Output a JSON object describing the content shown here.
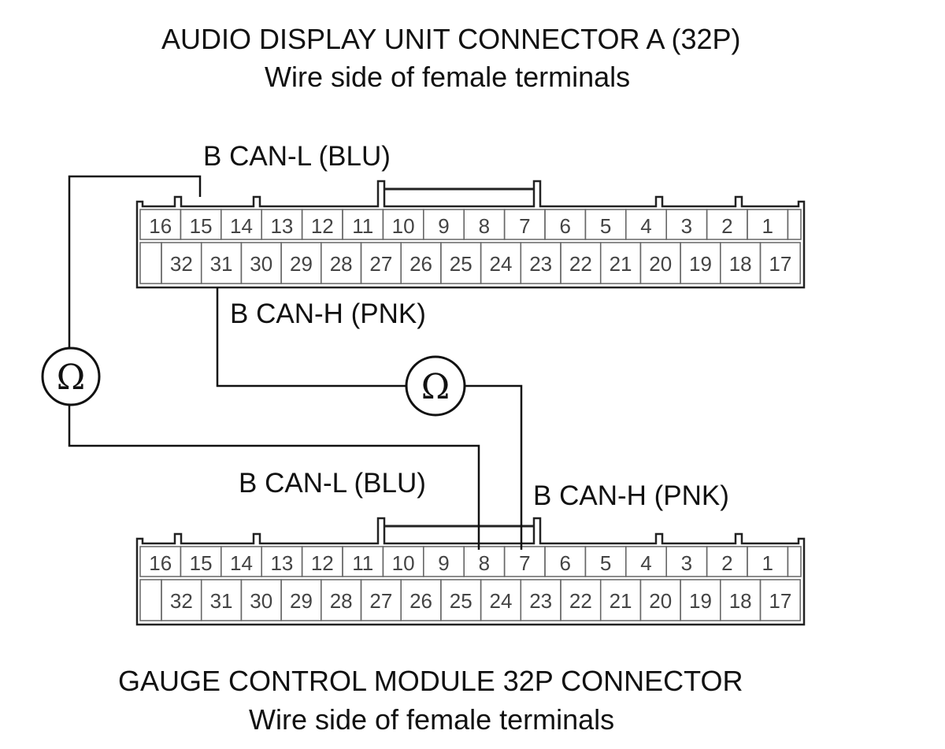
{
  "top_connector": {
    "title": "AUDIO DISPLAY UNIT CONNECTOR A (32P)",
    "subtitle": "Wire side of female terminals",
    "upper_pins": [
      "16",
      "15",
      "14",
      "13",
      "12",
      "11",
      "10",
      "9",
      "8",
      "7",
      "6",
      "5",
      "4",
      "3",
      "2",
      "1"
    ],
    "lower_pins": [
      "32",
      "31",
      "30",
      "29",
      "28",
      "27",
      "26",
      "25",
      "24",
      "23",
      "22",
      "21",
      "20",
      "19",
      "18",
      "17"
    ],
    "can_l_label": "B CAN-L (BLU)",
    "can_l_pin": "15",
    "can_h_label": "B CAN-H (PNK)",
    "can_h_pin": "31"
  },
  "bottom_connector": {
    "title": "GAUGE CONTROL MODULE 32P CONNECTOR",
    "subtitle": "Wire side of female terminals",
    "upper_pins": [
      "16",
      "15",
      "14",
      "13",
      "12",
      "11",
      "10",
      "9",
      "8",
      "7",
      "6",
      "5",
      "4",
      "3",
      "2",
      "1"
    ],
    "lower_pins": [
      "32",
      "31",
      "30",
      "29",
      "28",
      "27",
      "26",
      "25",
      "24",
      "23",
      "22",
      "21",
      "20",
      "19",
      "18",
      "17"
    ],
    "can_l_label": "B CAN-L (BLU)",
    "can_l_pin": "8",
    "can_h_label": "B CAN-H (PNK)",
    "can_h_pin": "7"
  },
  "meters": [
    {
      "symbol": "Ω",
      "icon": "ohmmeter-icon"
    },
    {
      "symbol": "Ω",
      "icon": "ohmmeter-icon"
    }
  ]
}
